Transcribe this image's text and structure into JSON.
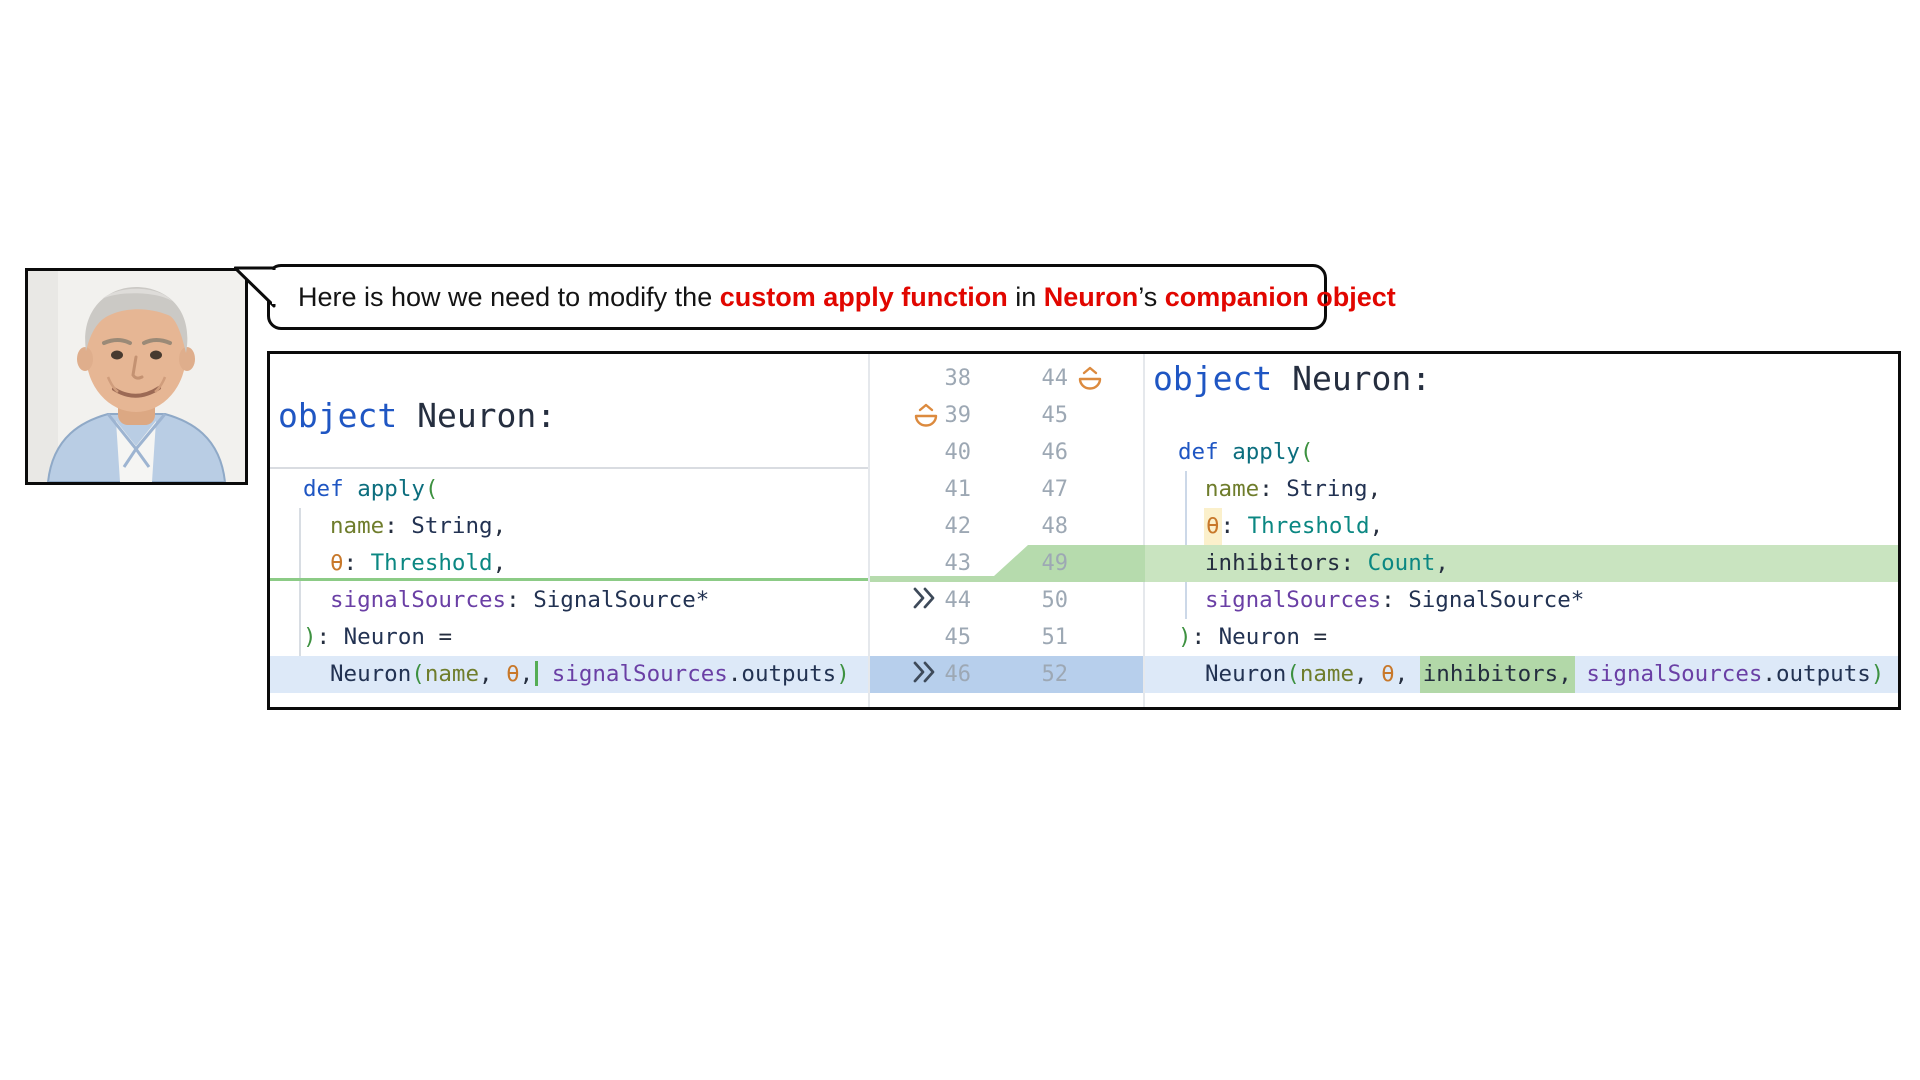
{
  "speech_bubble": {
    "segments": [
      {
        "text": "Here is how we need to modify the ",
        "emph": false
      },
      {
        "text": "custom apply function",
        "emph": true
      },
      {
        "text": " in ",
        "emph": false
      },
      {
        "text": "Neuron",
        "emph": true
      },
      {
        "text": "’s ",
        "emph": false
      },
      {
        "text": "companion object",
        "emph": true
      }
    ],
    "emph_color": "#e10600"
  },
  "portrait": {
    "description": "gray-haired man in light blue collared shirt"
  },
  "diff_panel": {
    "colors": {
      "added_row": "#c9e4c0",
      "added_word": "#b2d8a8",
      "focus_row": "#dde9f8",
      "focus_gutter": "#b7cfec",
      "insert_line": "#8ccb86",
      "occurrence": "#fbf0cb",
      "fold_icon": "#dc8a3e"
    },
    "gutter": {
      "rows": [
        {
          "left": "38",
          "right": "44",
          "right_icon": "fold-icon"
        },
        {
          "left": "39",
          "right": "45",
          "left_icon": "fold-icon"
        },
        {
          "left": "40",
          "right": "46"
        },
        {
          "left": "41",
          "right": "47"
        },
        {
          "left": "42",
          "right": "48"
        },
        {
          "left": "43",
          "right": "49"
        },
        {
          "left": "44",
          "right": "50",
          "left_icon": "chevrons-icon"
        },
        {
          "left": "45",
          "right": "51"
        },
        {
          "left": "46",
          "right": "52",
          "left_icon": "chevrons-icon"
        }
      ]
    },
    "left": {
      "lines": [
        {
          "tokens": []
        },
        {
          "big": true,
          "indent": 0,
          "tokens": [
            [
              "object ",
              "kw"
            ],
            [
              "Neuron:",
              "plain"
            ]
          ]
        },
        {
          "tokens": []
        },
        {
          "indent": 1,
          "tokens": [
            [
              "def ",
              "kw"
            ],
            [
              "apply",
              "fn"
            ],
            [
              "(",
              "paren"
            ]
          ]
        },
        {
          "indent": 2,
          "tokens": [
            [
              "name",
              "param"
            ],
            [
              ": ",
              "plain"
            ],
            [
              "String",
              "type"
            ],
            [
              ",",
              "plain"
            ]
          ]
        },
        {
          "indent": 2,
          "insert_below": true,
          "tokens": [
            [
              "θ",
              "theta"
            ],
            [
              ": ",
              "plain"
            ],
            [
              "Threshold",
              "teal"
            ],
            [
              ",",
              "plain"
            ]
          ]
        },
        {
          "indent": 2,
          "tokens": [
            [
              "signalSources",
              "purple"
            ],
            [
              ": ",
              "plain"
            ],
            [
              "SignalSource*",
              "type"
            ]
          ]
        },
        {
          "indent": 1,
          "tokens": [
            [
              ")",
              "paren"
            ],
            [
              ": ",
              "plain"
            ],
            [
              "Neuron",
              "type"
            ],
            [
              " =",
              "plain"
            ]
          ]
        },
        {
          "indent": 2,
          "hl": "focus",
          "tokens": [
            [
              "Neuron",
              "type"
            ],
            [
              "(",
              "paren"
            ],
            [
              "name",
              "param"
            ],
            [
              ", ",
              "plain"
            ],
            [
              "θ",
              "theta"
            ],
            [
              ",",
              "plain"
            ],
            [
              "",
              "caret"
            ],
            [
              " ",
              "plain"
            ],
            [
              "signalSources",
              "purple"
            ],
            [
              ".",
              "plain"
            ],
            [
              "outputs",
              "type"
            ],
            [
              ")",
              "paren"
            ]
          ]
        }
      ]
    },
    "right": {
      "lines": [
        {
          "big": true,
          "indent": 0,
          "tokens": [
            [
              "object ",
              "kw"
            ],
            [
              "Neuron:",
              "plain"
            ]
          ]
        },
        {
          "tokens": []
        },
        {
          "indent": 1,
          "tokens": [
            [
              "def ",
              "kw"
            ],
            [
              "apply",
              "fn"
            ],
            [
              "(",
              "paren"
            ]
          ]
        },
        {
          "indent": 2,
          "tokens": [
            [
              "name",
              "param"
            ],
            [
              ": ",
              "plain"
            ],
            [
              "String",
              "type"
            ],
            [
              ",",
              "plain"
            ]
          ]
        },
        {
          "indent": 2,
          "tokens": [
            [
              "θ",
              "theta bg-yellow"
            ],
            [
              ": ",
              "plain"
            ],
            [
              "Threshold",
              "teal"
            ],
            [
              ",",
              "plain"
            ]
          ]
        },
        {
          "indent": 2,
          "hl": "added",
          "tokens": [
            [
              "inhibitors",
              "plain"
            ],
            [
              ": ",
              "plain"
            ],
            [
              "Count",
              "teal"
            ],
            [
              ",",
              "plain"
            ]
          ]
        },
        {
          "indent": 2,
          "tokens": [
            [
              "signalSources",
              "purple"
            ],
            [
              ": ",
              "plain"
            ],
            [
              "SignalSource*",
              "type"
            ]
          ]
        },
        {
          "indent": 1,
          "tokens": [
            [
              ")",
              "paren"
            ],
            [
              ": ",
              "plain"
            ],
            [
              "Neuron",
              "type"
            ],
            [
              " =",
              "plain"
            ]
          ]
        },
        {
          "indent": 2,
          "hl": "focus",
          "tokens": [
            [
              "Neuron",
              "type"
            ],
            [
              "(",
              "paren"
            ],
            [
              "name",
              "param"
            ],
            [
              ", ",
              "plain"
            ],
            [
              "θ",
              "theta"
            ],
            [
              ", ",
              "plain"
            ],
            [
              "inhibitors,",
              "plain bg-green"
            ],
            [
              " ",
              "plain"
            ],
            [
              "signalSources",
              "purple"
            ],
            [
              ".",
              "plain"
            ],
            [
              "outputs",
              "type"
            ],
            [
              ")",
              "paren"
            ]
          ]
        }
      ]
    }
  }
}
